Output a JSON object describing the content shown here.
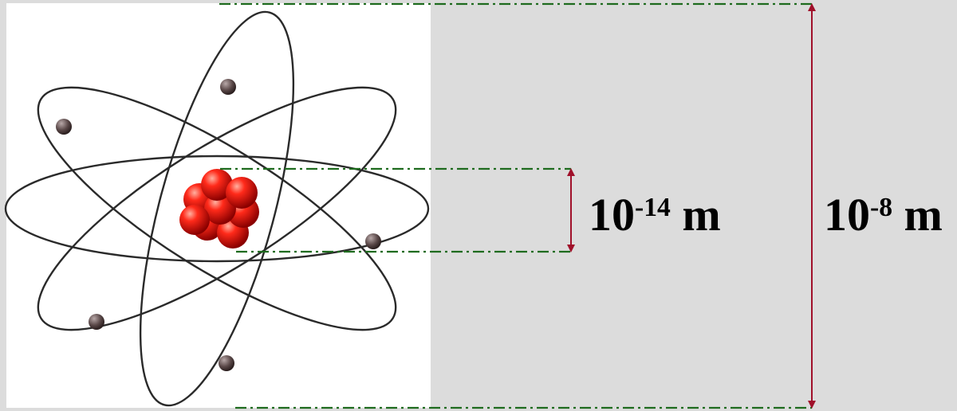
{
  "labels": {
    "nucleus": {
      "base": "10",
      "exponent": "-14",
      "unit": "m"
    },
    "atom": {
      "base": "10",
      "exponent": "-8",
      "unit": "m"
    }
  },
  "colors": {
    "background": "#dcdcdc",
    "panel": "#ffffff",
    "guide_line": "#1e6b1e",
    "dimension_arrow": "#a0102a",
    "orbit": "#2a2a2a",
    "electron": "#5a4848",
    "nucleon": "#e01818"
  },
  "icons": {
    "atom": "atom-icon",
    "nucleus": "nucleus-icon",
    "electron": "electron-icon"
  }
}
